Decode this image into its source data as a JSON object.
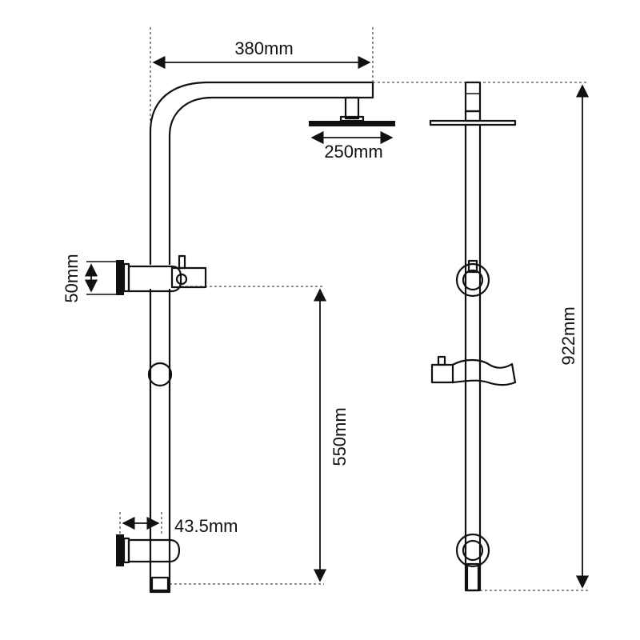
{
  "dimensions": {
    "arm_length": "380mm",
    "head_diameter": "250mm",
    "total_height": "922mm",
    "rail_length": "550mm",
    "bracket_height": "50mm",
    "wall_offset": "43.5mm"
  },
  "colors": {
    "stroke": "#111111",
    "background": "#ffffff"
  }
}
